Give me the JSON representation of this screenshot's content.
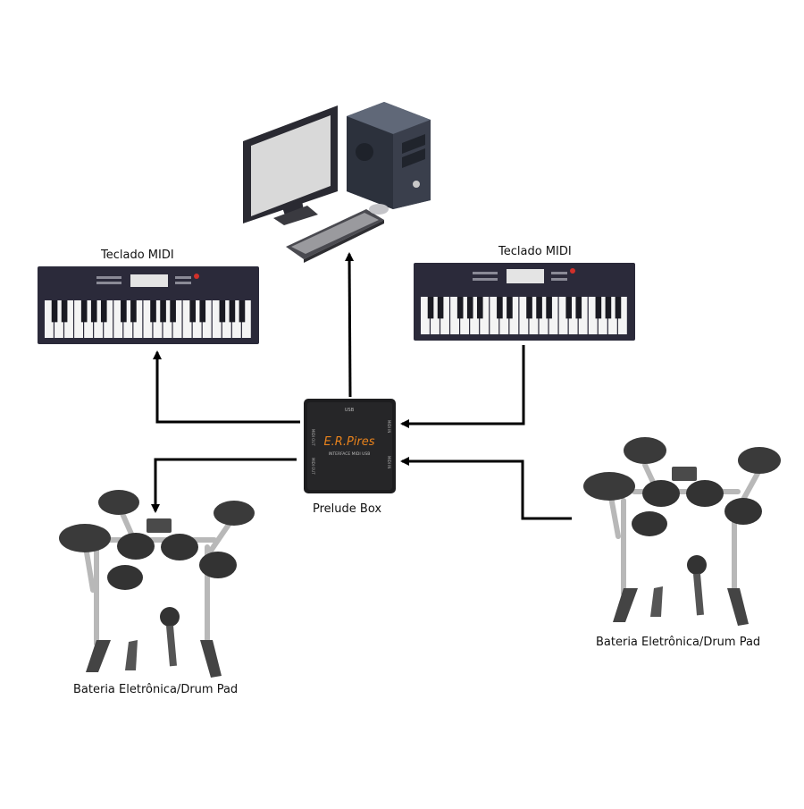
{
  "keyboard_left": {
    "label": "Teclado MIDI"
  },
  "keyboard_right": {
    "label": "Teclado MIDI"
  },
  "interface_box": {
    "label": "Prelude Box",
    "brand": "E.R.Pires",
    "subtitle": "INTERFACE MIDI USB",
    "port_top": "USB",
    "port_left_top": "MIDI OUT",
    "port_left_bottom": "MIDI OUT",
    "port_right_top": "MIDI IN",
    "port_right_bottom": "MIDI IN"
  },
  "drum_left": {
    "label": "Bateria Eletrônica/Drum Pad"
  },
  "drum_right": {
    "label": "Bateria Eletrônica/Drum Pad"
  },
  "colors": {
    "device_dark": "#2b2a3a",
    "accent_red": "#d0302a",
    "brand_orange": "#e8821c",
    "stand_gray": "#b8b8b8",
    "pad_dark": "#3a3a3a"
  }
}
